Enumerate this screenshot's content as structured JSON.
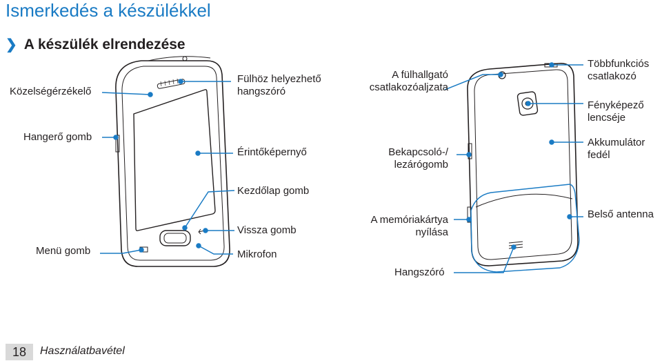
{
  "page": {
    "title": "Ismerkedés a készülékkel",
    "section": "A készülék elrendezése",
    "section_icon": "chevron-right-icon",
    "accent_color": "#1a7bc4"
  },
  "front_labels": {
    "proximity": "Közelségérzékelő",
    "earpiece_1": "Fülhöz helyezhető",
    "earpiece_2": "hangszóró",
    "volume": "Hangerő gomb",
    "touchscreen": "Érintőképernyő",
    "home": "Kezdőlap gomb",
    "menu": "Menü gomb",
    "back": "Vissza gomb",
    "mic": "Mikrofon"
  },
  "back_labels": {
    "headset_1": "A fülhallgató",
    "headset_2": "csatlakozóaljzata",
    "multifunction_1": "Többfunkciós",
    "multifunction_2": "csatlakozó",
    "camera_1": "Fényképező",
    "camera_2": "lencséje",
    "power_1": "Bekapcsoló-/",
    "power_2": "lezárógomb",
    "battery_1": "Akkumulátor",
    "battery_2": "fedél",
    "memory_1": "A memóriakártya",
    "memory_2": "nyílása",
    "antenna": "Belső antenna",
    "speaker": "Hangszóró"
  },
  "footer": {
    "page_number": "18",
    "section": "Használatbavétel"
  }
}
